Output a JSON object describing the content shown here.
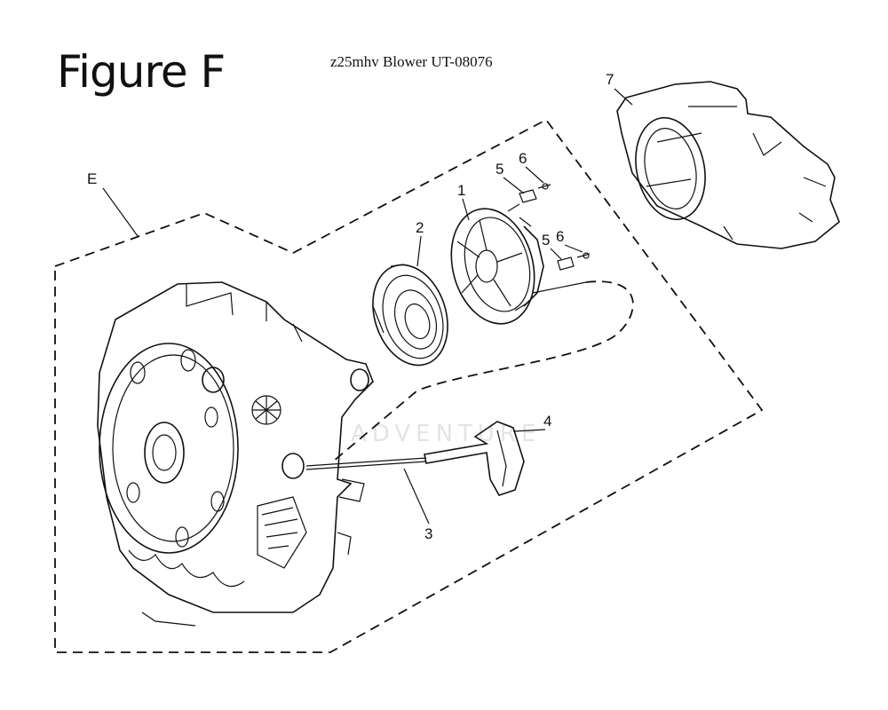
{
  "figure": {
    "title": "Figure F",
    "subtitle": "z25mhv Blower UT-08076"
  },
  "watermark": "ADVENTURE",
  "callouts": {
    "e": "E",
    "p1": "1",
    "p2": "2",
    "p3": "3",
    "p4": "4",
    "p5a": "5",
    "p6a": "6",
    "p5b": "5",
    "p6b": "6",
    "p7": "7"
  },
  "colors": {
    "line": "#111111",
    "watermark": "#e4e4e4",
    "background": "#ffffff"
  }
}
